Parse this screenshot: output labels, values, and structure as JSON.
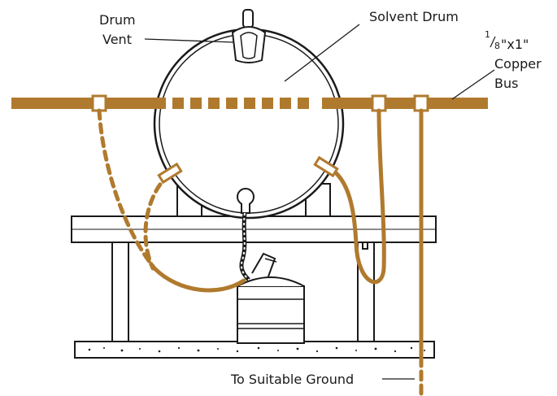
{
  "labels": {
    "drum_vent_line1": "Drum",
    "drum_vent_line2": "Vent",
    "solvent_drum": "Solvent Drum",
    "bus_frac_num": "1",
    "bus_frac_den": "8",
    "bus_size_rest": "\"x1\"",
    "bus_line2": "Copper",
    "bus_line3": "Bus",
    "ground": "To Suitable Ground"
  },
  "colors": {
    "copper": "#b07a2e",
    "ink": "#1a1a1a",
    "background": "#ffffff"
  }
}
